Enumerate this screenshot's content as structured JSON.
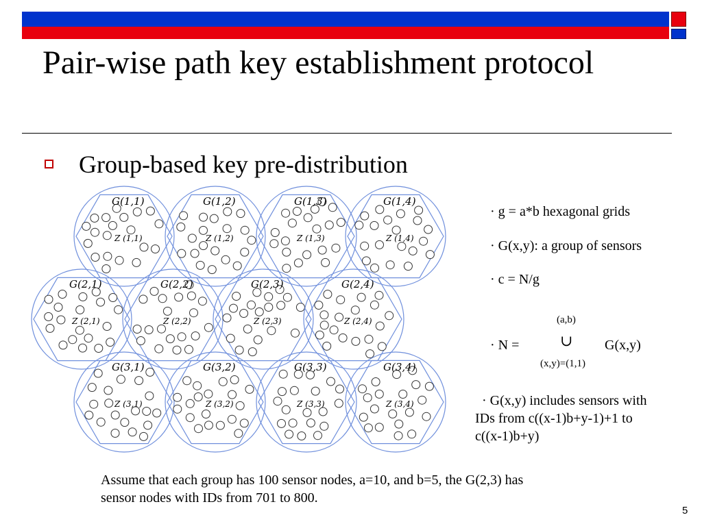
{
  "slide": {
    "title": "Pair-wise path key establishment protocol",
    "bullet": "Group-based key pre-distribution",
    "page_number": "5"
  },
  "diagram": {
    "groups": [
      {
        "g": "G(1,1)",
        "z": "Z (1,1)"
      },
      {
        "g": "G(1,2)",
        "z": "Z (1,2)"
      },
      {
        "g": "G(1,3)",
        "z": "Z (1,3)"
      },
      {
        "g": "G(1,4)",
        "z": "Z (1,4)"
      },
      {
        "g": "G(2,1)",
        "z": "Z (2,1)"
      },
      {
        "g": "G(2,2)",
        "z": "Z (2,2)"
      },
      {
        "g": "G(2,3)",
        "z": "Z (2,3)"
      },
      {
        "g": "G(2,4)",
        "z": "Z (2,4)"
      },
      {
        "g": "G(3,1)",
        "z": "Z (3,1)"
      },
      {
        "g": "G(3,2)",
        "z": "Z (3,2)"
      },
      {
        "g": "G(3,3)",
        "z": "Z (3,3)"
      },
      {
        "g": "G(3,4)",
        "z": "Z (3,4)"
      }
    ],
    "colors": {
      "boundary": "#6f8fdc",
      "sensor": "#333333"
    }
  },
  "notes": {
    "n1": "· g = a*b hexagonal grids",
    "n2": "· G(x,y): a group of sensors",
    "n3": "· c = N/g",
    "union_top": "(a,b)",
    "n_prefix": "· N =",
    "union_symbol": "∪",
    "union_term": "G(x,y)",
    "union_bottom": "(x,y)=(1,1)",
    "ids_line1": "· G(x,y) includes sensors with",
    "ids_line2": "IDs from c((x-1)b+y-1)+1 to",
    "ids_line3": "c((x-1)b+y)"
  },
  "footer": {
    "line1": "Assume that each group has 100 sensor nodes, a=10, and b=5, the G(2,3) has",
    "line2": "sensor nodes with IDs from 701 to 800."
  }
}
